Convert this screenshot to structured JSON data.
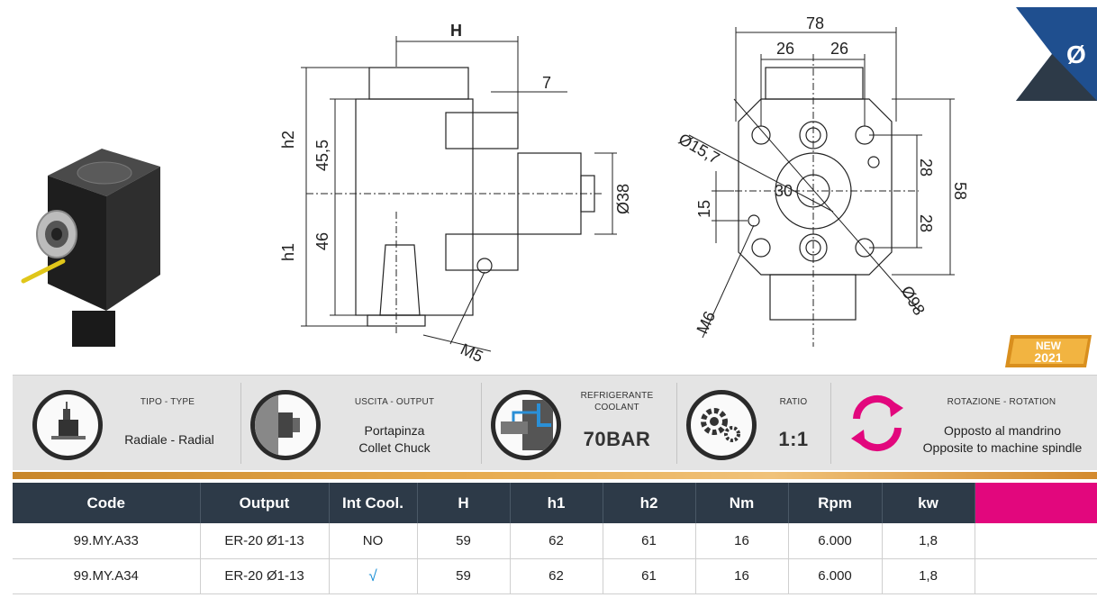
{
  "dims": {
    "H": "H",
    "seven": "7",
    "h2": "h2",
    "v455": "45,5",
    "v46": "46",
    "h1": "h1",
    "d38": "Ø38",
    "m5": "M5",
    "v78": "78",
    "v26a": "26",
    "v26b": "26",
    "d157": "Ø15,7",
    "v30": "30",
    "v15": "15",
    "v28a": "28",
    "v28b": "28",
    "v58": "58",
    "m6": "M6",
    "d98": "Ø98"
  },
  "badge": {
    "symbol": "Ø",
    "new_line1": "NEW",
    "new_line2": "2021"
  },
  "specs": {
    "type": {
      "title": "TIPO - TYPE",
      "value": "Radiale - Radial"
    },
    "output": {
      "title": "USCITA - OUTPUT",
      "value_line1": "Portapinza",
      "value_line2": "Collet Chuck"
    },
    "coolant": {
      "title_line1": "REFRIGERANTE",
      "title_line2": "COOLANT",
      "value": "70BAR"
    },
    "ratio": {
      "title": "RATIO",
      "value": "1:1"
    },
    "rotation": {
      "title": "ROTAZIONE - ROTATION",
      "value_line1": "Opposto al mandrino",
      "value_line2": "Opposite to machine spindle"
    }
  },
  "table": {
    "headers": [
      "Code",
      "Output",
      "Int Cool.",
      "H",
      "h1",
      "h2",
      "Nm",
      "Rpm",
      "kw",
      ""
    ],
    "rows": [
      [
        "99.MY.A33",
        "ER-20 Ø1-13",
        "NO",
        "59",
        "62",
        "61",
        "16",
        "6.000",
        "1,8",
        ""
      ],
      [
        "99.MY.A34",
        "ER-20 Ø1-13",
        "√",
        "59",
        "62",
        "61",
        "16",
        "6.000",
        "1,8",
        ""
      ]
    ]
  },
  "colors": {
    "header_bg": "#2d3a48",
    "accent_pink": "#e2077d",
    "accent_orange": "#e6a94c",
    "badge_blue": "#1f4f8f"
  }
}
